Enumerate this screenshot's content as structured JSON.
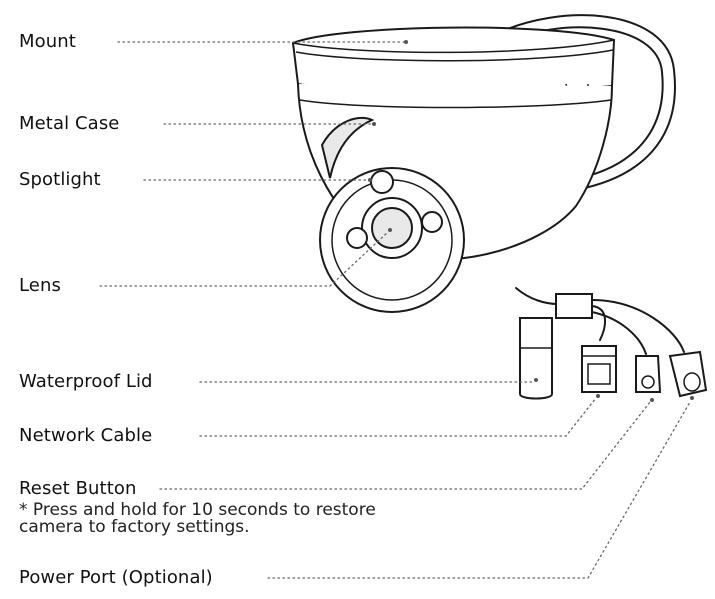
{
  "labels": {
    "mount": "Mount",
    "metal_case": "Metal Case",
    "spotlight": "Spotlight",
    "lens": "Lens",
    "waterproof_lid": "Waterproof Lid",
    "network_cable": "Network Cable",
    "reset_button": "Reset Button",
    "reset_note_line1": "* Press and hold for 10 seconds to restore",
    "reset_note_line2": "camera to factory settings.",
    "power_port": "Power Port (Optional)"
  },
  "colors": {
    "text": "#111111",
    "line": "#1a1a1a",
    "leader": "#666666"
  }
}
